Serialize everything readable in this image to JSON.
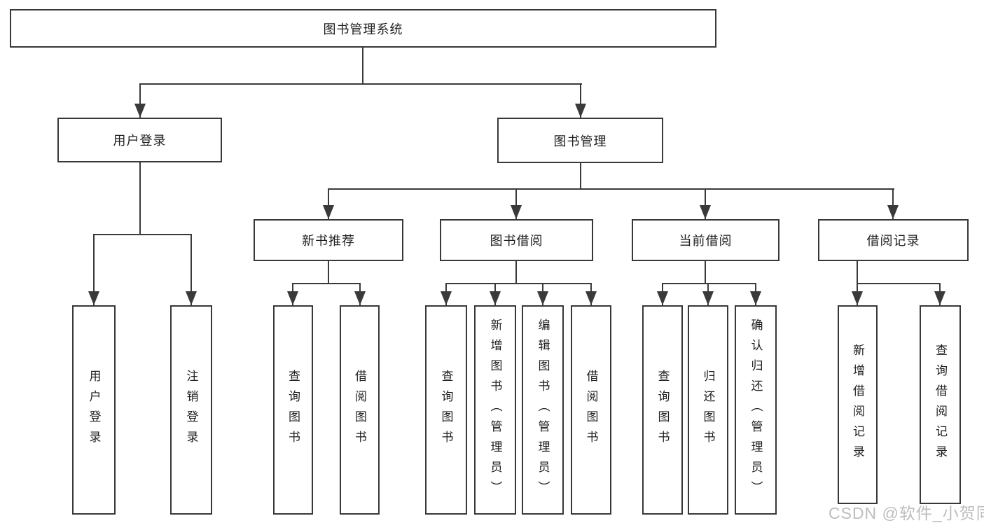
{
  "nodes": {
    "root": "图书管理系统",
    "level2": [
      "用户登录",
      "图书管理"
    ],
    "level3": [
      "新书推荐",
      "图书借阅",
      "当前借阅",
      "借阅记录"
    ],
    "leaves": [
      "用户登录",
      "注销登录",
      "查询图书",
      "借阅图书",
      "查询图书",
      "新增图书（管理员）",
      "编辑图书（管理员）",
      "借阅图书",
      "查询图书",
      "归还图书",
      "确认归还（管理员）",
      "新增借阅记录",
      "查询借阅记录"
    ]
  },
  "watermark": "CSDN @软件_小贺同学",
  "colors": {
    "line": "#3a3a3a",
    "box_border": "#383838",
    "text": "#1f1f1f",
    "watermark": "#bdbdbd",
    "background": "#ffffff"
  }
}
